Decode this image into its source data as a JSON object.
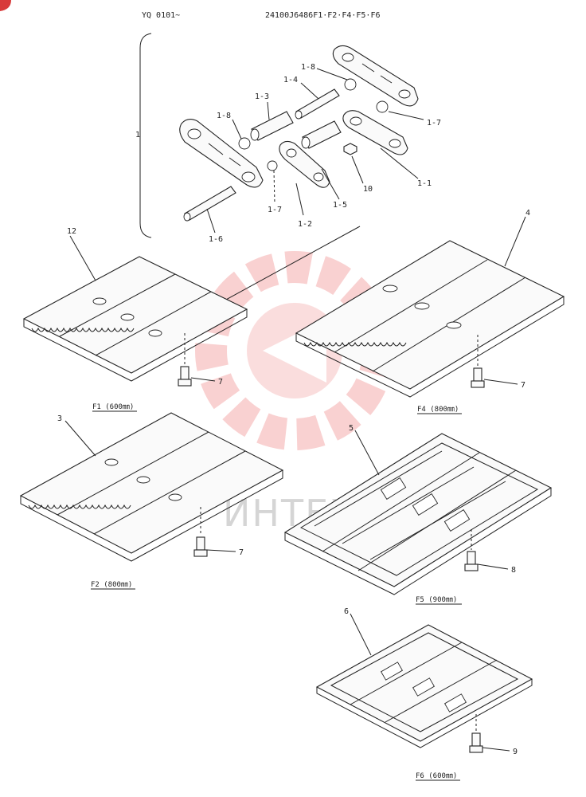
{
  "header": {
    "serial": "YQ 0101~",
    "part_code": "24100J6486F1·F2·F4·F5·F6"
  },
  "callouts": {
    "c1": "1",
    "c1_1": "1-1",
    "c1_2": "1-2",
    "c1_3": "1-3",
    "c1_4": "1-4",
    "c1_5": "1-5",
    "c1_6": "1-6",
    "c1_7a": "1-7",
    "c1_7b": "1-7",
    "c1_8a": "1-8",
    "c1_8b": "1-8",
    "c10": "10",
    "c12": "12",
    "c4": "4",
    "c3": "3",
    "c5": "5",
    "c6": "6",
    "c7a": "7",
    "c7b": "7",
    "c7c": "7",
    "c8": "8",
    "c9": "9"
  },
  "captions": {
    "f1": "F1 (600㎜)",
    "f2": "F2 (800㎜)",
    "f4": "F4 (800㎜)",
    "f5": "F5 (900㎜)",
    "f6": "F6 (600㎜)"
  },
  "watermark": {
    "text": "ИНТЕХ",
    "color": "#f2a7a7"
  }
}
